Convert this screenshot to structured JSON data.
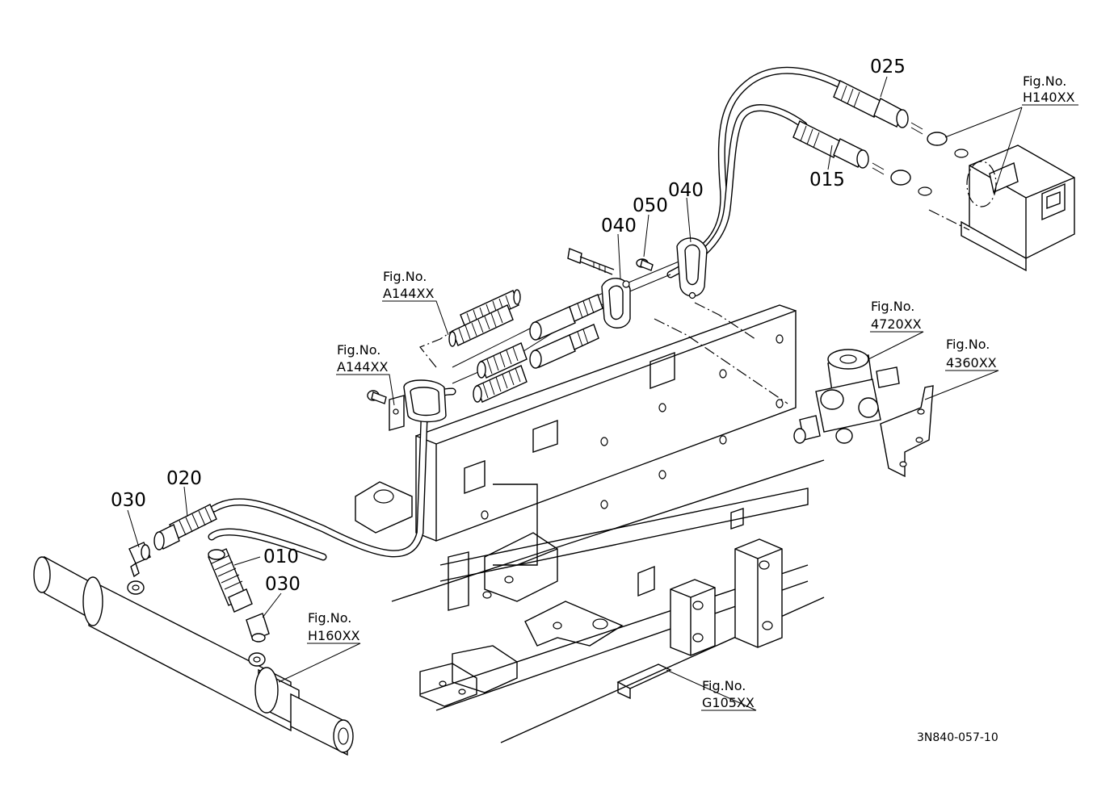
{
  "parts": {
    "p025": "025",
    "p015": "015",
    "p040a": "040",
    "p040b": "040",
    "p050": "050",
    "p020": "020",
    "p030a": "030",
    "p030b": "030",
    "p010": "010"
  },
  "figure_refs": {
    "h140": {
      "line1": "Fig.No.",
      "line2": "H140XX"
    },
    "a144_top": {
      "line1": "Fig.No.",
      "line2": "A144XX"
    },
    "a144_left": {
      "line1": "Fig.No.",
      "line2": "A144XX"
    },
    "f4720": {
      "line1": "Fig.No.",
      "line2": "4720XX"
    },
    "f4360": {
      "line1": "Fig.No.",
      "line2": "4360XX"
    },
    "h160": {
      "line1": "Fig.No.",
      "line2": "H160XX"
    },
    "g105": {
      "line1": "Fig.No.",
      "line2": "G105XX"
    }
  },
  "drawing_code": "3N840-057-10"
}
